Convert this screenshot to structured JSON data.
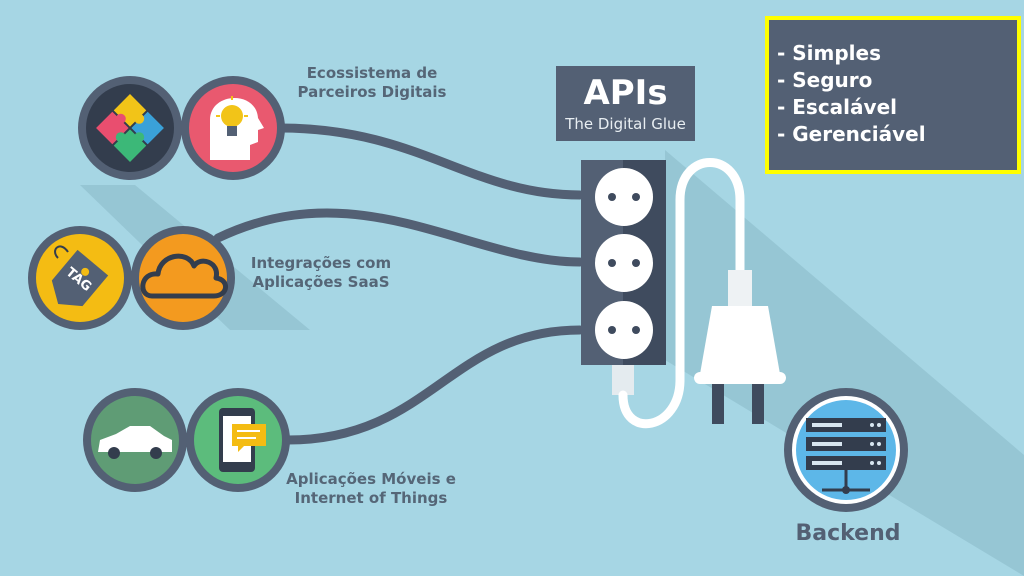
{
  "diagram": {
    "title": "APIs",
    "subtitle": "The Digital Glue",
    "features": [
      "- Simples",
      "- Seguro",
      "- Escalável",
      "- Gerenciável"
    ],
    "groups": [
      {
        "label": "Ecossistema de\nParceiros Digitais",
        "icons": [
          "puzzle-icon",
          "lightbulb-head-icon"
        ]
      },
      {
        "label": "Integrações com\nAplicações SaaS",
        "icons": [
          "tag-icon",
          "cloud-icon"
        ],
        "tag_text": "TAG"
      },
      {
        "label": "Aplicações Móveis e\nInternet of Things",
        "icons": [
          "car-icon",
          "smartphone-message-icon"
        ]
      }
    ],
    "backend_label": "Backend",
    "colors": {
      "background": "#a6d6e4",
      "panel": "#536074",
      "highlight_border": "#ffff00",
      "cable": "#536074"
    }
  }
}
